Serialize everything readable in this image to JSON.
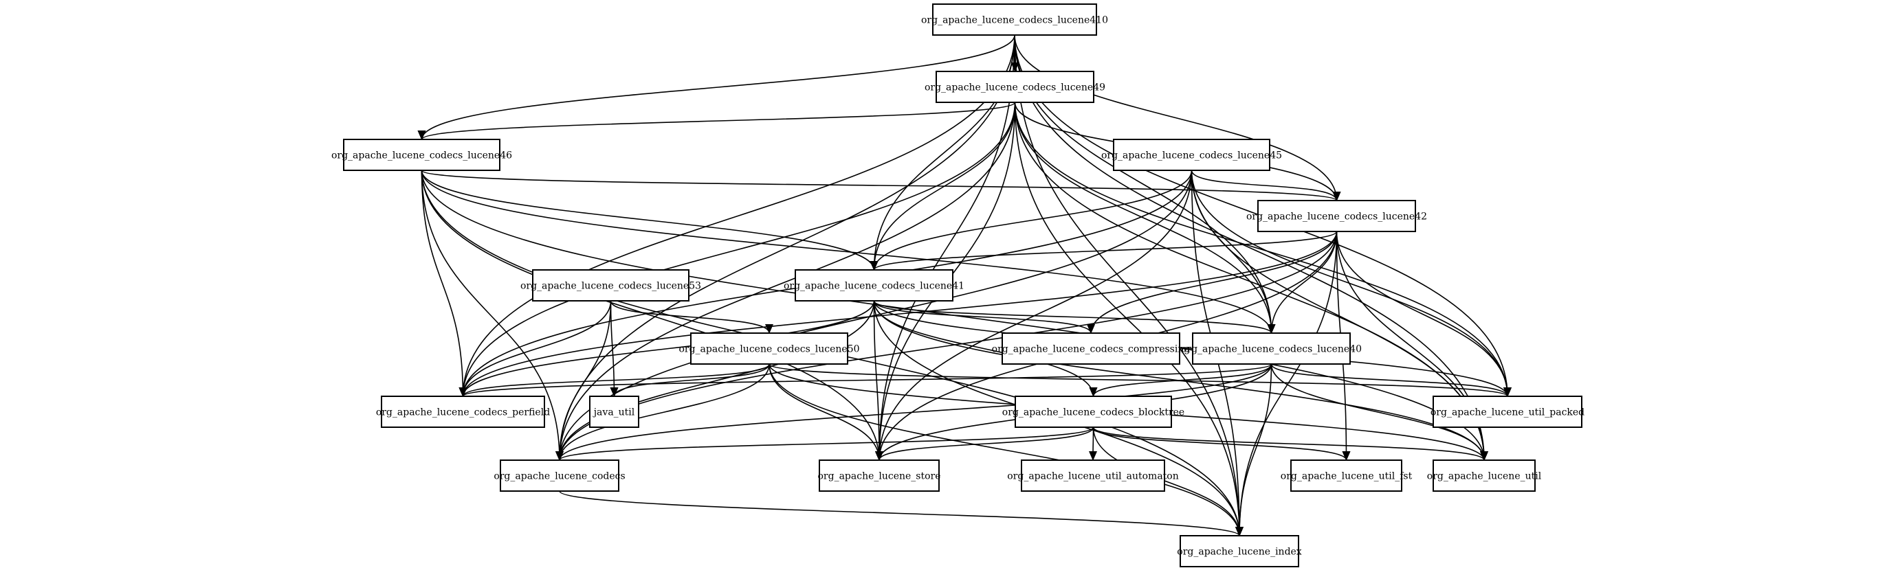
{
  "nodes": {
    "lucene410": "org_apache_lucene_codecs_lucene410",
    "lucene49": "org_apache_lucene_codecs_lucene49",
    "lucene46": "org_apache_lucene_codecs_lucene46",
    "lucene45": "org_apache_lucene_codecs_lucene45",
    "lucene42": "org_apache_lucene_codecs_lucene42",
    "lucene53": "org_apache_lucene_codecs_lucene53",
    "lucene41": "org_apache_lucene_codecs_lucene41",
    "compressing": "org_apache_lucene_codecs_compressing",
    "lucene40": "org_apache_lucene_codecs_lucene40",
    "lucene50": "org_apache_lucene_codecs_lucene50",
    "perfield": "org_apache_lucene_codecs_perfield",
    "java_util": "java_util",
    "blocktree": "org_apache_lucene_codecs_blocktree",
    "util_packed": "org_apache_lucene_util_packed",
    "codecs": "org_apache_lucene_codecs",
    "store": "org_apache_lucene_store",
    "automaton": "org_apache_lucene_util_automaton",
    "util_fst": "org_apache_lucene_util_fst",
    "util": "org_apache_lucene_util",
    "index": "org_apache_lucene_index"
  },
  "edges": [
    [
      "lucene410",
      "lucene49"
    ],
    [
      "lucene410",
      "lucene46"
    ],
    [
      "lucene410",
      "lucene42"
    ],
    [
      "lucene410",
      "lucene41"
    ],
    [
      "lucene410",
      "lucene40"
    ],
    [
      "lucene410",
      "perfield"
    ],
    [
      "lucene410",
      "codecs"
    ],
    [
      "lucene410",
      "store"
    ],
    [
      "lucene410",
      "util_packed"
    ],
    [
      "lucene410",
      "util"
    ],
    [
      "lucene410",
      "index"
    ],
    [
      "lucene49",
      "lucene46"
    ],
    [
      "lucene49",
      "lucene42"
    ],
    [
      "lucene49",
      "lucene41"
    ],
    [
      "lucene49",
      "lucene40"
    ],
    [
      "lucene49",
      "perfield"
    ],
    [
      "lucene49",
      "codecs"
    ],
    [
      "lucene49",
      "store"
    ],
    [
      "lucene49",
      "util_packed"
    ],
    [
      "lucene49",
      "util"
    ],
    [
      "lucene49",
      "index"
    ],
    [
      "lucene46",
      "lucene42"
    ],
    [
      "lucene46",
      "lucene41"
    ],
    [
      "lucene46",
      "lucene40"
    ],
    [
      "lucene46",
      "perfield"
    ],
    [
      "lucene46",
      "codecs"
    ],
    [
      "lucene46",
      "store"
    ],
    [
      "lucene46",
      "util"
    ],
    [
      "lucene46",
      "index"
    ],
    [
      "lucene45",
      "lucene42"
    ],
    [
      "lucene45",
      "lucene41"
    ],
    [
      "lucene45",
      "lucene40"
    ],
    [
      "lucene45",
      "perfield"
    ],
    [
      "lucene45",
      "codecs"
    ],
    [
      "lucene45",
      "store"
    ],
    [
      "lucene45",
      "util_packed"
    ],
    [
      "lucene45",
      "util"
    ],
    [
      "lucene45",
      "index"
    ],
    [
      "lucene42",
      "lucene41"
    ],
    [
      "lucene42",
      "compressing"
    ],
    [
      "lucene42",
      "lucene40"
    ],
    [
      "lucene42",
      "perfield"
    ],
    [
      "lucene42",
      "codecs"
    ],
    [
      "lucene42",
      "store"
    ],
    [
      "lucene42",
      "util_packed"
    ],
    [
      "lucene42",
      "util_fst"
    ],
    [
      "lucene42",
      "util"
    ],
    [
      "lucene42",
      "index"
    ],
    [
      "lucene53",
      "lucene50"
    ],
    [
      "lucene53",
      "perfield"
    ],
    [
      "lucene53",
      "java_util"
    ],
    [
      "lucene53",
      "codecs"
    ],
    [
      "lucene41",
      "compressing"
    ],
    [
      "lucene41",
      "lucene40"
    ],
    [
      "lucene41",
      "blocktree"
    ],
    [
      "lucene41",
      "perfield"
    ],
    [
      "lucene41",
      "codecs"
    ],
    [
      "lucene41",
      "store"
    ],
    [
      "lucene41",
      "util_packed"
    ],
    [
      "lucene41",
      "util"
    ],
    [
      "lucene41",
      "index"
    ],
    [
      "lucene40",
      "blocktree"
    ],
    [
      "lucene40",
      "perfield"
    ],
    [
      "lucene40",
      "codecs"
    ],
    [
      "lucene40",
      "store"
    ],
    [
      "lucene40",
      "util_packed"
    ],
    [
      "lucene40",
      "util"
    ],
    [
      "lucene40",
      "index"
    ],
    [
      "lucene50",
      "perfield"
    ],
    [
      "lucene50",
      "java_util"
    ],
    [
      "lucene50",
      "codecs"
    ],
    [
      "lucene50",
      "store"
    ],
    [
      "lucene50",
      "util_packed"
    ],
    [
      "lucene50",
      "util"
    ],
    [
      "lucene50",
      "index"
    ],
    [
      "blocktree",
      "codecs"
    ],
    [
      "blocktree",
      "store"
    ],
    [
      "blocktree",
      "automaton"
    ],
    [
      "blocktree",
      "util_fst"
    ],
    [
      "blocktree",
      "util"
    ],
    [
      "blocktree",
      "index"
    ],
    [
      "codecs",
      "index"
    ]
  ]
}
